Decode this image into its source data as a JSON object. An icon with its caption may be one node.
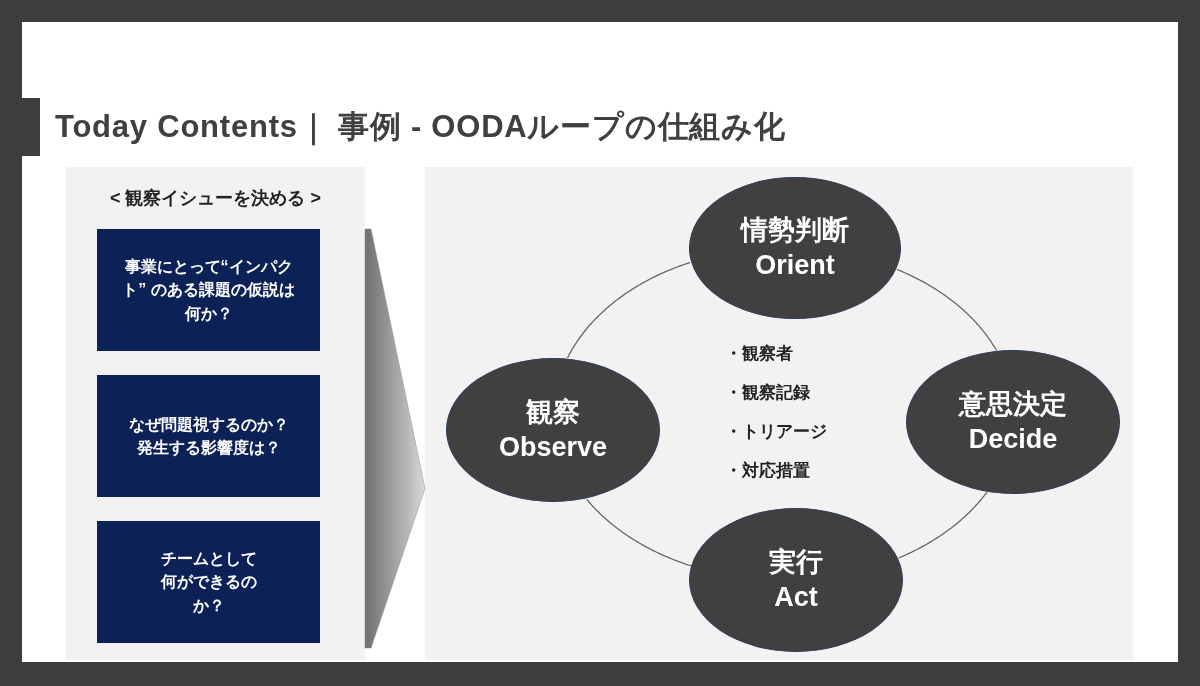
{
  "diagram": {
    "title": "Today Contents｜ 事例 - OODAループの仕組み化",
    "nodes": [
      {
        "text": [
          "< 観察イシューを決める >"
        ]
      },
      {
        "text": [
          "事業にとって“インパクト” のある課題の仮説は何か？"
        ],
        "in": 0
      },
      {
        "text": [
          "なぜ問題視するのか？発生する影響度は？"
        ],
        "in": 0
      },
      {
        "text": [
          "チームとして何ができるのか？"
        ],
        "in": 0
      },
      {
        "text": [],
        "shape": "box"
      },
      {
        "text": [
          "情勢判断",
          "Orient"
        ],
        "in": 4
      },
      {
        "text": [
          "観察",
          "Observe"
        ],
        "in": 4
      },
      {
        "text": [
          "意思決定",
          "Decide"
        ],
        "in": 4
      },
      {
        "text": [
          "実行",
          "Act"
        ],
        "in": 4
      }
    ],
    "edges": [
      {
        "from": 0,
        "to": 4,
        "arrow": "to",
        "style": "thick",
        "color": "#8c8c8c"
      },
      {
        "from": 6,
        "to": 5,
        "arrow": "none"
      },
      {
        "from": 5,
        "to": 7,
        "arrow": "none"
      },
      {
        "from": 7,
        "to": 8,
        "arrow": "none"
      },
      {
        "from": 8,
        "to": 6,
        "arrow": "none"
      }
    ],
    "labels": [
      "・観察者",
      "・観察記録",
      "・トリアージ",
      "・対応措置"
    ]
  }
}
